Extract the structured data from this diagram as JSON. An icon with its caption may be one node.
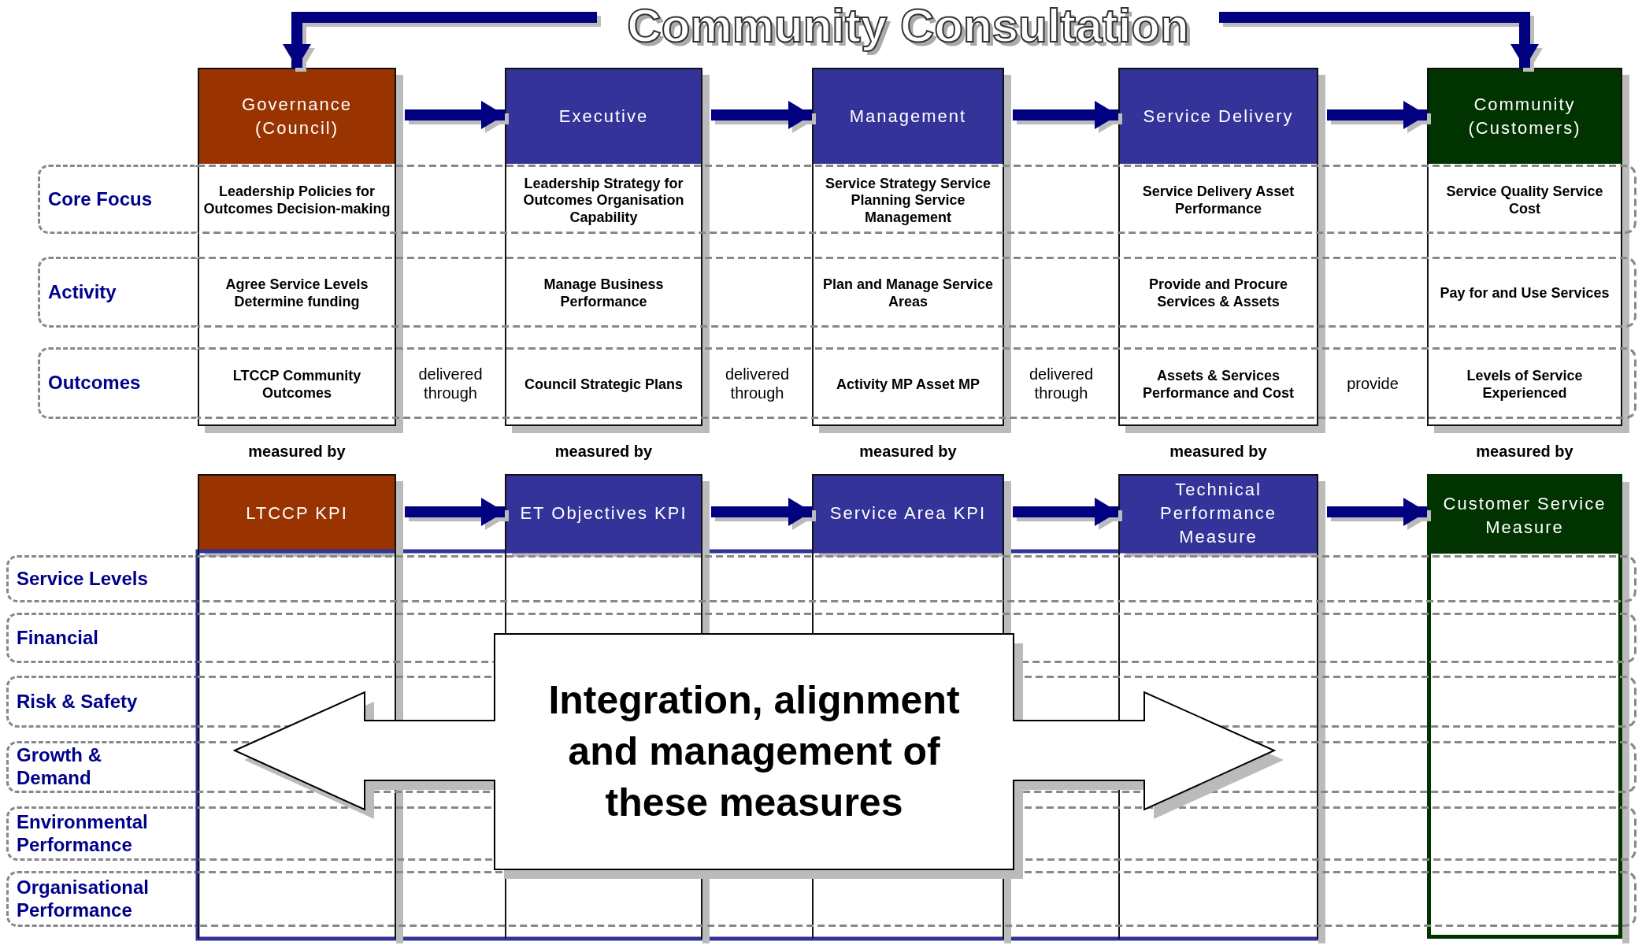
{
  "diagram": {
    "nodes": [
      {
        "text": [
          "Community Consultation"
        ]
      },
      {
        "text": [
          "Governance (Council)",
          "Leadership Policies for Outcomes Decision-making",
          "Agree Service Levels Determine funding",
          "LTCCP Community Outcomes"
        ],
        "beside": [
          "measured by"
        ]
      },
      {
        "text": [
          "Executive",
          "Leadership Strategy for Outcomes Organisation Capability",
          "Manage Business Performance",
          "Council Strategic Plans"
        ],
        "beside": [
          "measured by"
        ]
      },
      {
        "text": [
          "Management",
          "Service Strategy Service Planning Service Management",
          "Plan and Manage Service Areas",
          "Activity MP Asset MP"
        ],
        "beside": [
          "measured by"
        ]
      },
      {
        "text": [
          "Service Delivery",
          "Service Delivery Asset Performance",
          "Provide and Procure Services & Assets",
          "Assets & Services Performance and Cost"
        ],
        "beside": [
          "measured by"
        ]
      },
      {
        "text": [
          "Community (Customers)",
          "Service Quality Service Cost",
          "Pay for and Use Services",
          "Levels of Service Experienced"
        ],
        "beside": [
          "measured by"
        ]
      },
      {
        "text": [
          "Core Focus"
        ]
      },
      {
        "text": [
          "Activity"
        ]
      },
      {
        "text": [
          "Outcomes"
        ]
      },
      {
        "text": [
          "LTCCP KPI"
        ]
      },
      {
        "text": [
          "ET Objectives KPI"
        ]
      },
      {
        "text": [
          "Service Area KPI"
        ]
      },
      {
        "text": [
          "Technical Performance Measure"
        ]
      },
      {
        "text": [
          "Customer Service Measure"
        ]
      },
      {
        "text": [
          "Service Levels"
        ]
      },
      {
        "text": [
          "Financial"
        ]
      },
      {
        "text": [
          "Risk & Safety"
        ]
      },
      {
        "text": [
          "Growth & Demand"
        ]
      },
      {
        "text": [
          "Environmental Performance"
        ]
      },
      {
        "text": [
          "Organisational Performance"
        ]
      },
      {
        "text": [
          "Integration, alignment and management of these measures"
        ]
      }
    ],
    "edges": [
      {
        "from": 0,
        "to": 1,
        "arrow": "to"
      },
      {
        "from": 0,
        "to": 5,
        "arrow": "to"
      },
      {
        "from": 1,
        "to": 2,
        "arrow": "to"
      },
      {
        "from": 2,
        "to": 3,
        "arrow": "to"
      },
      {
        "from": 3,
        "to": 4,
        "arrow": "to"
      },
      {
        "from": 4,
        "to": 5,
        "arrow": "to"
      },
      {
        "from": 9,
        "to": 10,
        "arrow": "to"
      },
      {
        "from": 10,
        "to": 11,
        "arrow": "to"
      },
      {
        "from": 11,
        "to": 12,
        "arrow": "to"
      },
      {
        "from": 12,
        "to": 13,
        "arrow": "to"
      }
    ],
    "labels": [
      "delivered through",
      "delivered through",
      "delivered through",
      "provide"
    ]
  }
}
